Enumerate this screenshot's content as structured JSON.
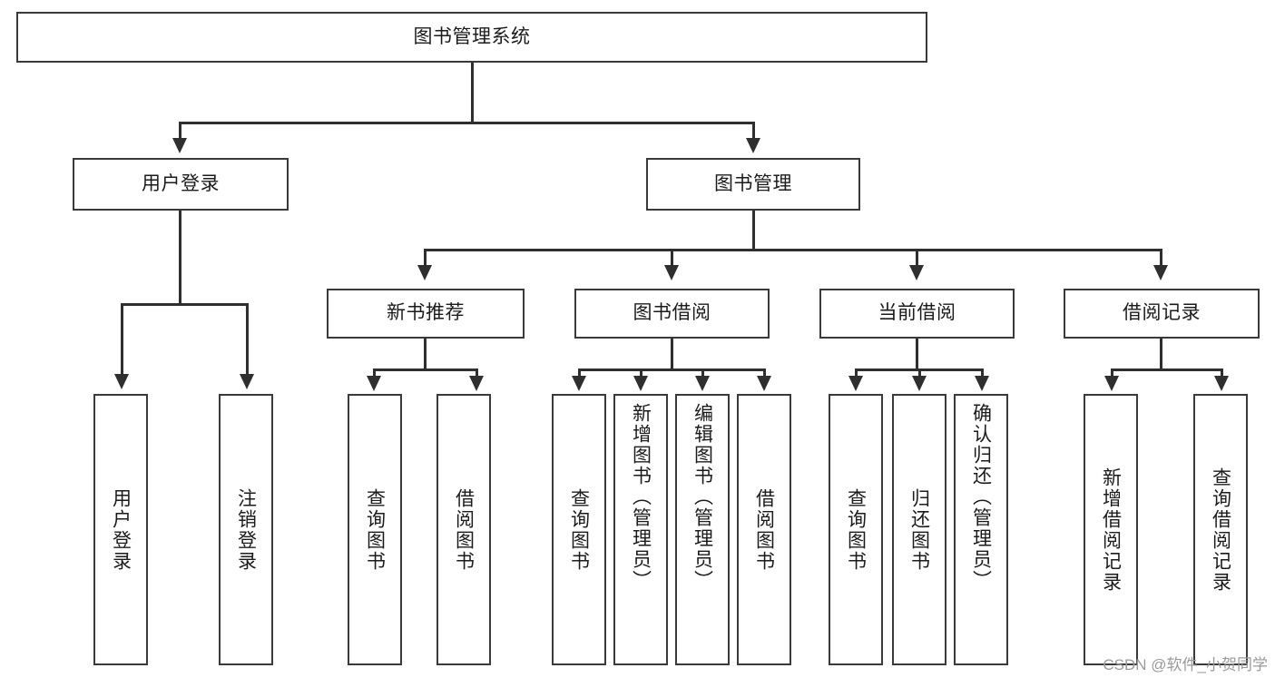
{
  "diagram": {
    "title": "图书管理系统",
    "type": "hierarchy-tree",
    "watermark": "CSDN @软件_小贺同学"
  },
  "nodes": {
    "root": {
      "label": "图书管理系统"
    },
    "level2": [
      {
        "id": "user-login",
        "label": "用户登录"
      },
      {
        "id": "book-management",
        "label": "图书管理"
      }
    ],
    "level3": [
      {
        "id": "new-book-recommend",
        "label": "新书推荐"
      },
      {
        "id": "book-borrow",
        "label": "图书借阅"
      },
      {
        "id": "current-borrow",
        "label": "当前借阅"
      },
      {
        "id": "borrow-record",
        "label": "借阅记录"
      }
    ],
    "leaves": {
      "user_login": [
        {
          "id": "leaf-user-login",
          "label": "用户登录"
        },
        {
          "id": "leaf-user-logout",
          "label": "注销登录"
        }
      ],
      "new_book_recommend": [
        {
          "id": "leaf-query-book-1",
          "label": "查询图书"
        },
        {
          "id": "leaf-borrow-book-1",
          "label": "借阅图书"
        }
      ],
      "book_borrow": [
        {
          "id": "leaf-query-book-2",
          "label": "查询图书"
        },
        {
          "id": "leaf-add-book",
          "label": "新增图书（管理员）"
        },
        {
          "id": "leaf-edit-book",
          "label": "编辑图书（管理员）"
        },
        {
          "id": "leaf-borrow-book-2",
          "label": "借阅图书"
        }
      ],
      "current_borrow": [
        {
          "id": "leaf-query-book-3",
          "label": "查询图书"
        },
        {
          "id": "leaf-return-book",
          "label": "归还图书"
        },
        {
          "id": "leaf-confirm-return",
          "label": "确认归还（管理员）"
        }
      ],
      "borrow_record": [
        {
          "id": "leaf-add-record",
          "label": "新增借阅记录"
        },
        {
          "id": "leaf-query-record",
          "label": "查询借阅记录"
        }
      ]
    }
  },
  "colors": {
    "box_border": "#3a3a3a",
    "connector": "#2f2f2f",
    "background": "#ffffff",
    "text": "#1b1b1b",
    "watermark": "#9a9a9a"
  }
}
